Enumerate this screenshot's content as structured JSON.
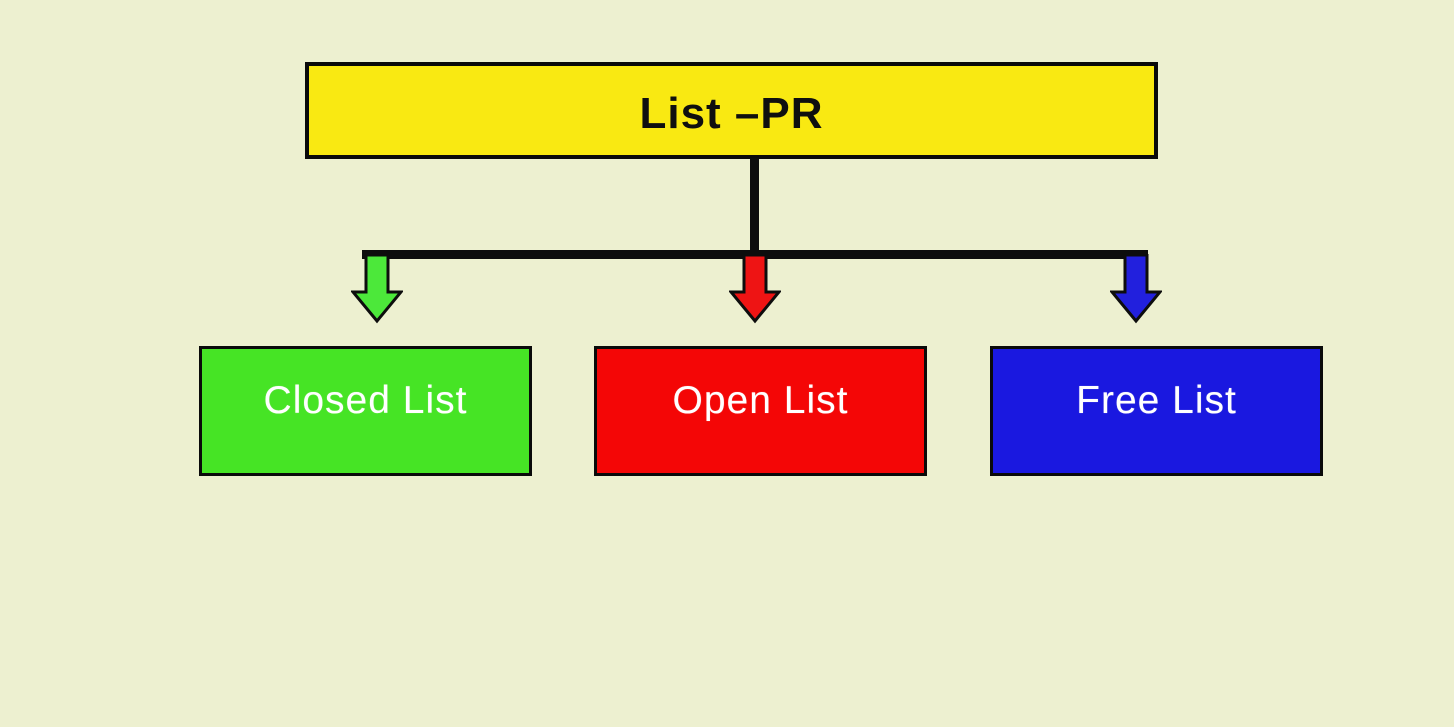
{
  "diagram": {
    "title_node": {
      "label": "List –PR",
      "bg": "#f9e912",
      "text_color": "#0f0f0f"
    },
    "children": [
      {
        "id": "closed-list",
        "label": "Closed List",
        "bg": "#46e425",
        "arrow_color": "#4ce83a",
        "text_color": "#ffffff"
      },
      {
        "id": "open-list",
        "label": "Open List",
        "bg": "#f40606",
        "arrow_color": "#ee1414",
        "text_color": "#ffffff"
      },
      {
        "id": "free-list",
        "label": "Free List",
        "bg": "#1a18e0",
        "arrow_color": "#2220dd",
        "text_color": "#ffffff"
      }
    ],
    "connector_color": "#0d0d0d",
    "background_color": "#edf0d0",
    "border_color": "#0a0a0a"
  }
}
